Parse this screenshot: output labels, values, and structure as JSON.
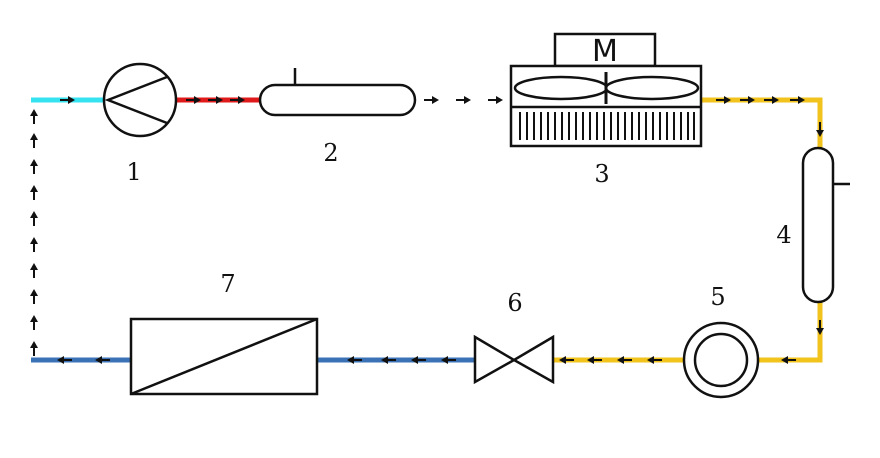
{
  "components": [
    {
      "id": "1",
      "label": "1",
      "icon": "compressor-icon"
    },
    {
      "id": "2",
      "label": "2",
      "icon": "oil-separator-icon"
    },
    {
      "id": "3",
      "label": "3",
      "icon": "fan-condenser-icon"
    },
    {
      "id": "4",
      "label": "4",
      "icon": "receiver-tank-icon"
    },
    {
      "id": "5",
      "label": "5",
      "icon": "filter-drier-icon"
    },
    {
      "id": "6",
      "label": "6",
      "icon": "expansion-valve-icon"
    },
    {
      "id": "7",
      "label": "7",
      "icon": "evaporator-icon"
    }
  ],
  "motor_label": "M",
  "colors": {
    "suction_cold": "#35e3f0",
    "evaporator_line": "#3a72b5",
    "discharge_hot": "#e01a1a",
    "discharge_warm": "#f08a1a",
    "liquid_line": "#f2c31c",
    "outline": "#111111"
  }
}
